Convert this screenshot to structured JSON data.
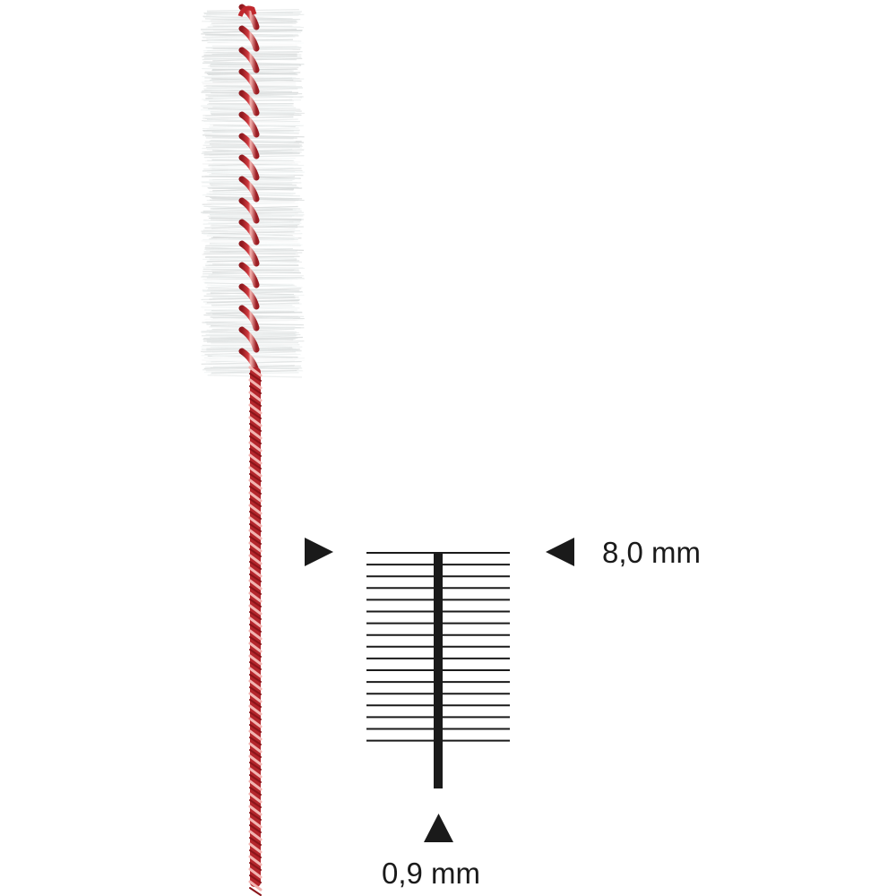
{
  "product": {
    "name": "interdental brush",
    "wire_color": "#c0282d",
    "wire_highlight": "#f2b3b0",
    "bristle_color": "#e6e9e9"
  },
  "dimensions": {
    "brush_diameter": {
      "value": "8,0 mm",
      "label": "8,0 mm"
    },
    "wire_diameter": {
      "value": "0,9 mm",
      "label": "0,9 mm"
    }
  },
  "schematic": {
    "bristle_line_count": 17,
    "line_color": "#1a1a1a"
  },
  "icons": {
    "left_marker": "triangle-right",
    "right_marker": "triangle-left",
    "bottom_marker": "triangle-up"
  }
}
